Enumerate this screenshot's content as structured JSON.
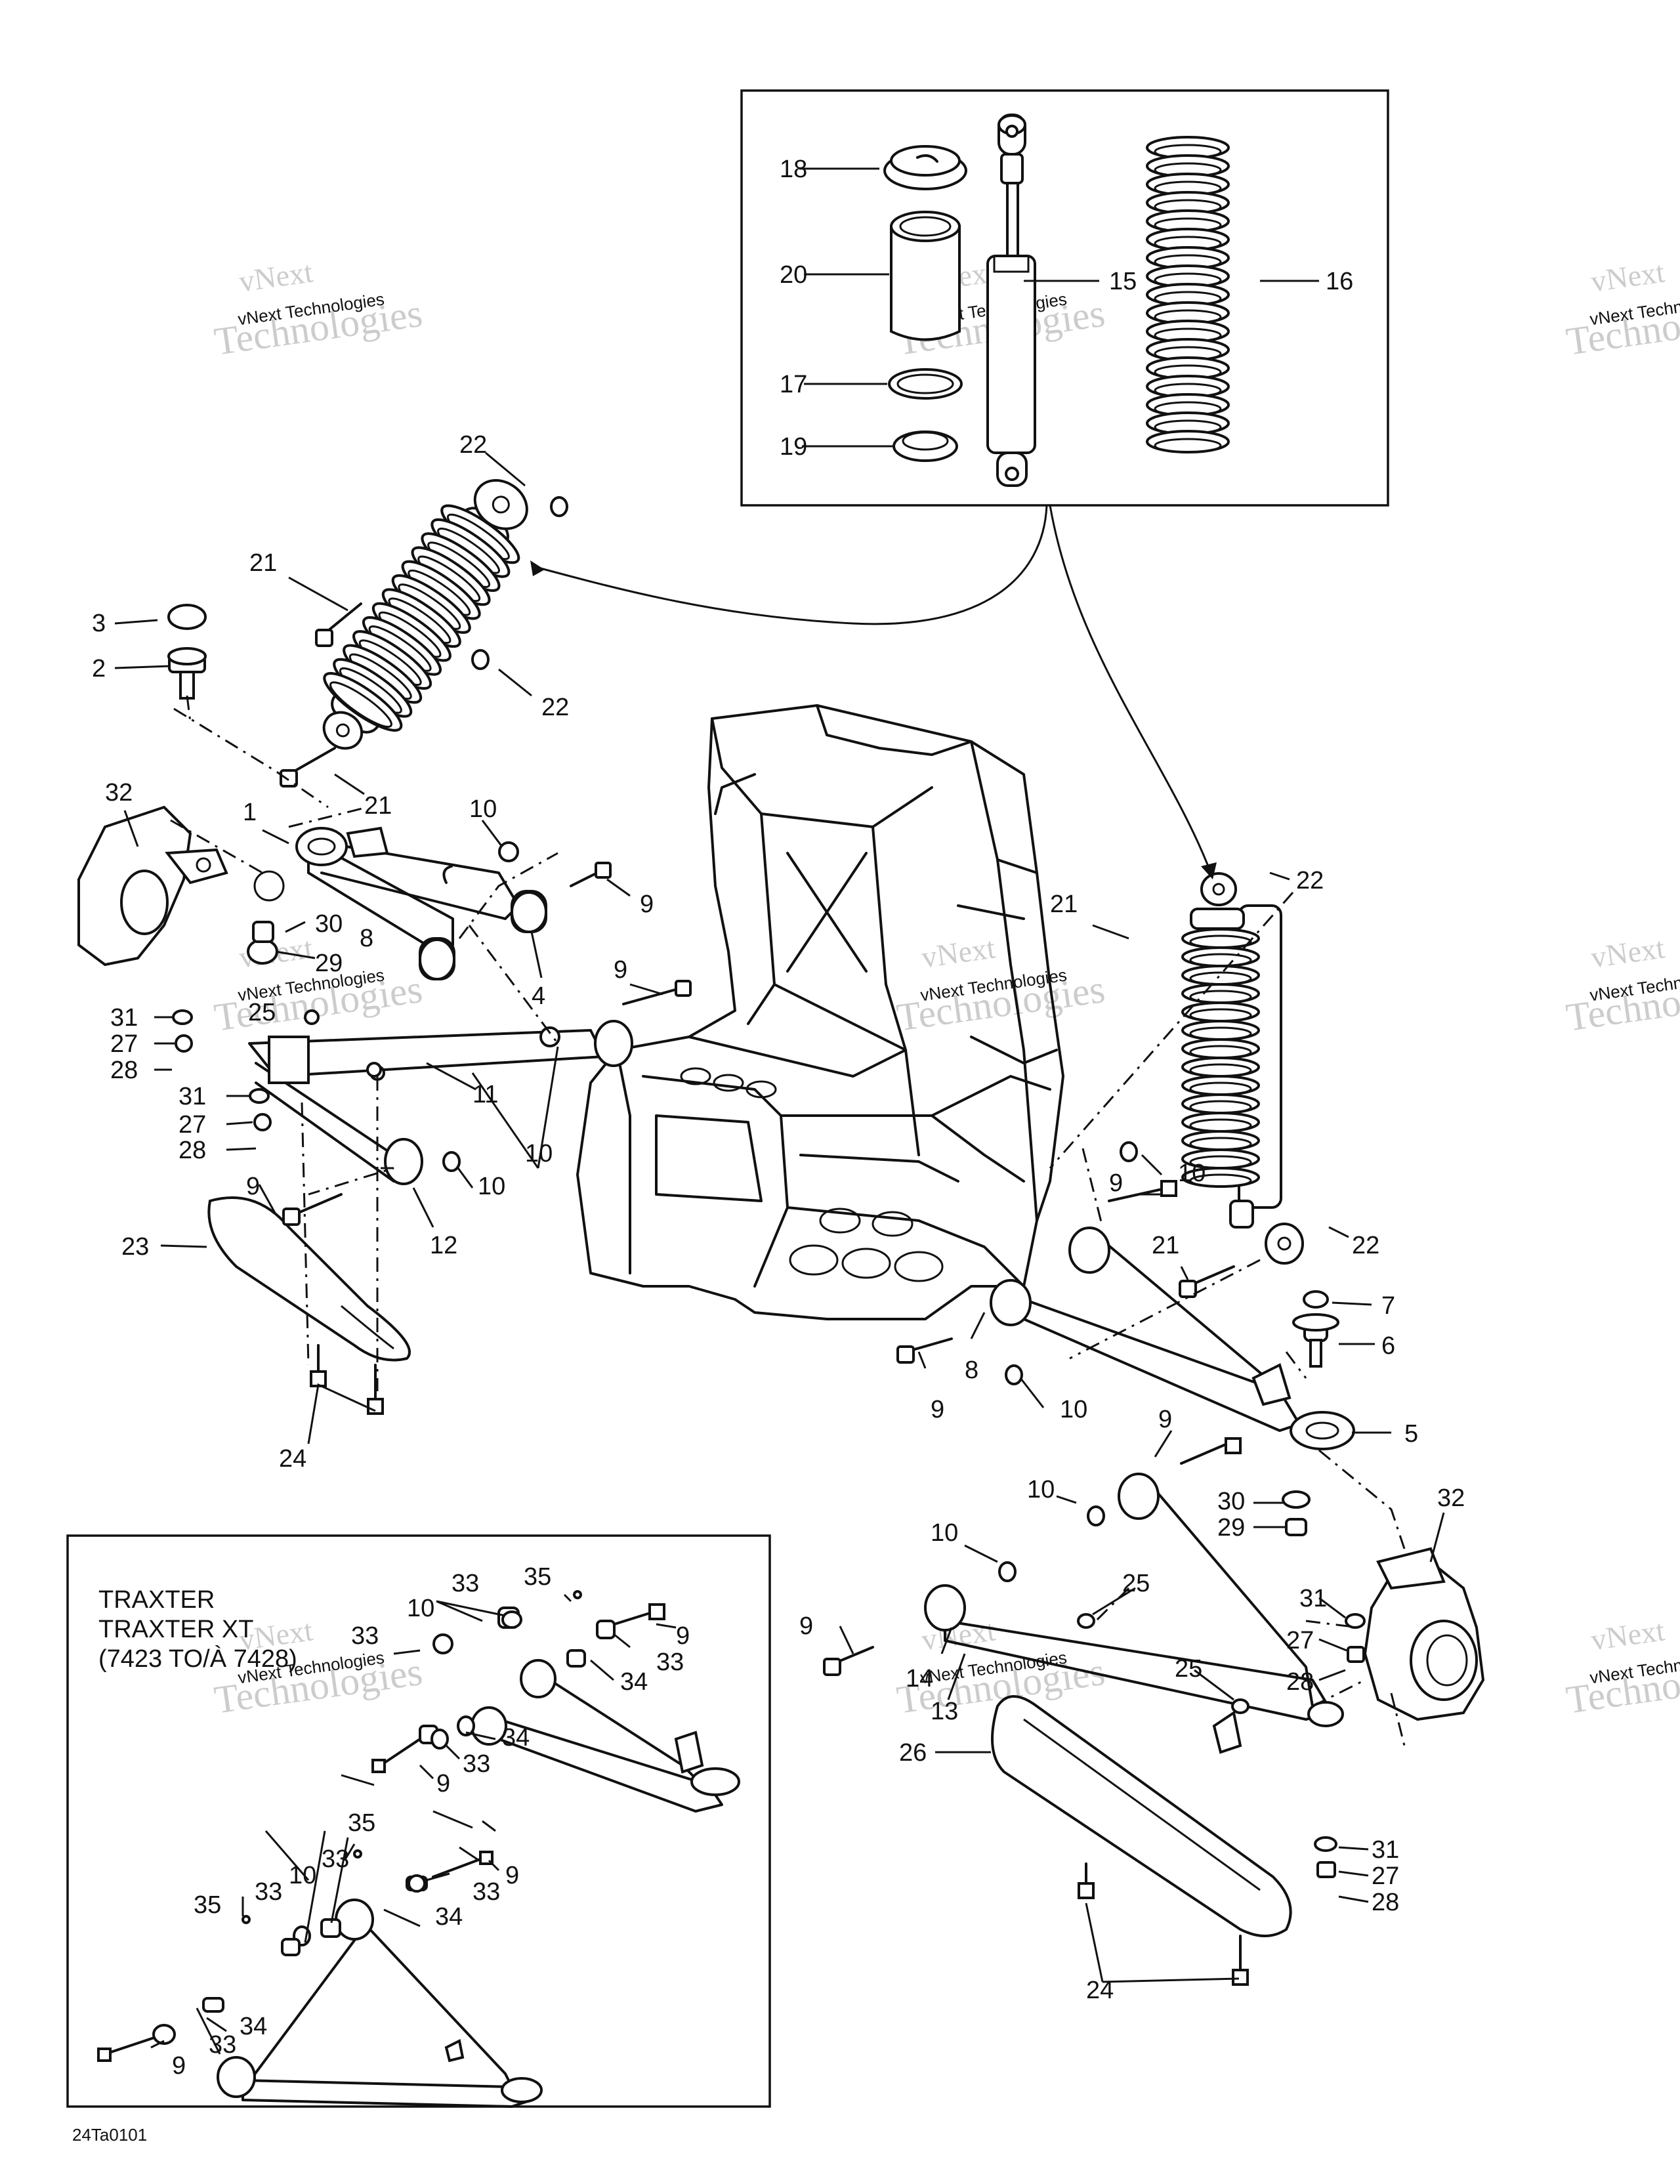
{
  "figure_code": "24Ta0101",
  "inset_labels": [
    "TRAXTER",
    "TRAXTER XT",
    "(7423 TO/À 7428)"
  ],
  "watermark": [
    "vNext",
    "Technologies",
    "vNext Technologies"
  ],
  "callouts": {
    "c1": "1",
    "c2": "2",
    "c3": "3",
    "c4": "4",
    "c5": "5",
    "c6": "6",
    "c7": "7",
    "c8": "8",
    "c9": "9",
    "c10": "10",
    "c11": "11",
    "c12": "12",
    "c13": "13",
    "c14": "14",
    "c15": "15",
    "c16": "16",
    "c17": "17",
    "c18": "18",
    "c19": "19",
    "c20": "20",
    "c21": "21",
    "c22": "22",
    "c23": "23",
    "c24": "24",
    "c25": "25",
    "c26": "26",
    "c27": "27",
    "c28": "28",
    "c29": "29",
    "c30": "30",
    "c31": "31",
    "c32": "32",
    "c33": "33",
    "c34": "34",
    "c35": "35"
  }
}
